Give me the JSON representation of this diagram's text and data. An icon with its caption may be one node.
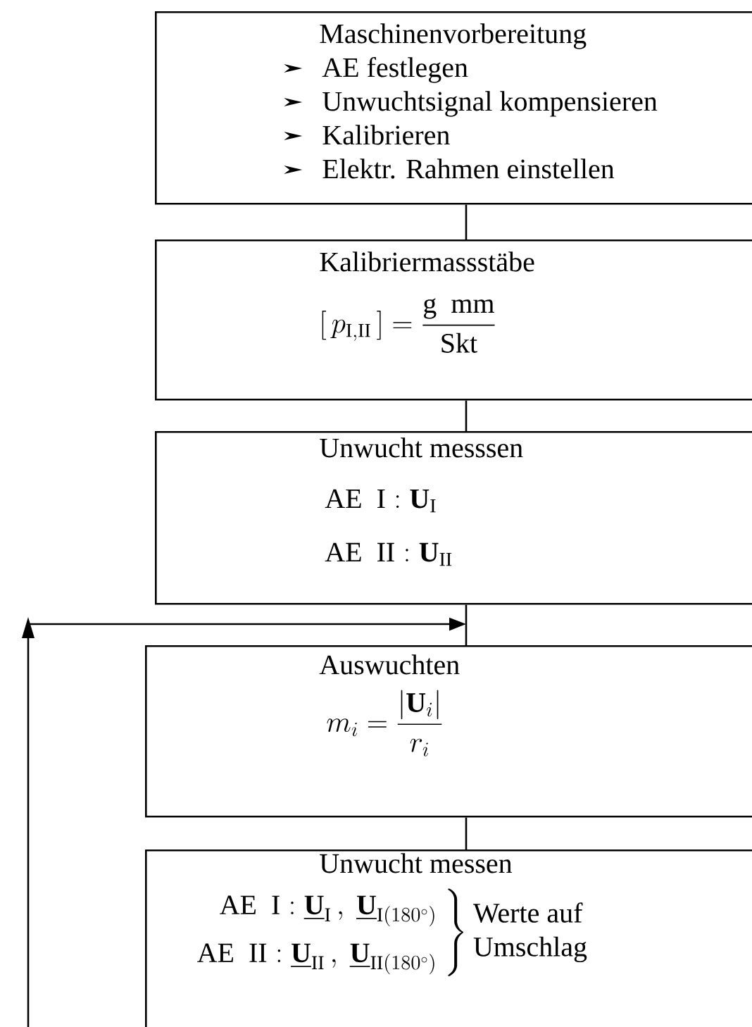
{
  "diagram": {
    "nodes": [
      {
        "text": [
          "Maschinenvorbereitung",
          "AE festlegen",
          "Unwuchtsignal kompensieren",
          "Kalibrieren",
          "Elektr. Rahmen einstellen"
        ]
      },
      {
        "text": [
          "Kalibriermassstäbe",
          "\\left[\\,p_{\\mathrm{I,II}}\\,\\right] = \\frac{\\mathrm{g\\ \\ mm}}{\\mathrm{Skt}}"
        ]
      },
      {
        "text": [
          "Unwucht messsen",
          "\\mathrm{AE\\ \\ I} : \\mathbf{U}_{\\mathrm{I}}",
          "\\mathrm{AE\\ \\ II} : \\mathbf{U}_{\\mathrm{II}}"
        ]
      },
      {
        "text": [
          "Auswuchten",
          "m_i = \\frac{\\left|\\mathbf{U}_i\\right|}{r_i}"
        ]
      },
      {
        "text": [
          "Unwucht messen",
          "\\left.\\begin{array}{r}\\mathrm{AE\\ \\ I} : \\underline{\\mathbf{U}}_{\\mathrm{I}}\\,,\\ \\underline{\\mathbf{U}}_{\\mathrm{I}(180^\\circ)}\\\\[10pt]\\mathrm{AE\\ \\ II} : \\underline{\\mathbf{U}}_{\\mathrm{II}}\\,,\\ \\underline{\\mathbf{U}}_{\\mathrm{II}(180^\\circ)}\\end{array}\\right\\}",
          "Werte auf Umschlag"
        ]
      }
    ],
    "edges": [
      {
        "from": 0,
        "to": 1,
        "arrow": "none"
      },
      {
        "from": 1,
        "to": 2,
        "arrow": "none"
      },
      {
        "from": 2,
        "to": 3,
        "arrow": "none"
      },
      {
        "from": 3,
        "to": 4,
        "arrow": "none"
      },
      {
        "from": null,
        "to": 3,
        "arrow": "to"
      }
    ]
  }
}
